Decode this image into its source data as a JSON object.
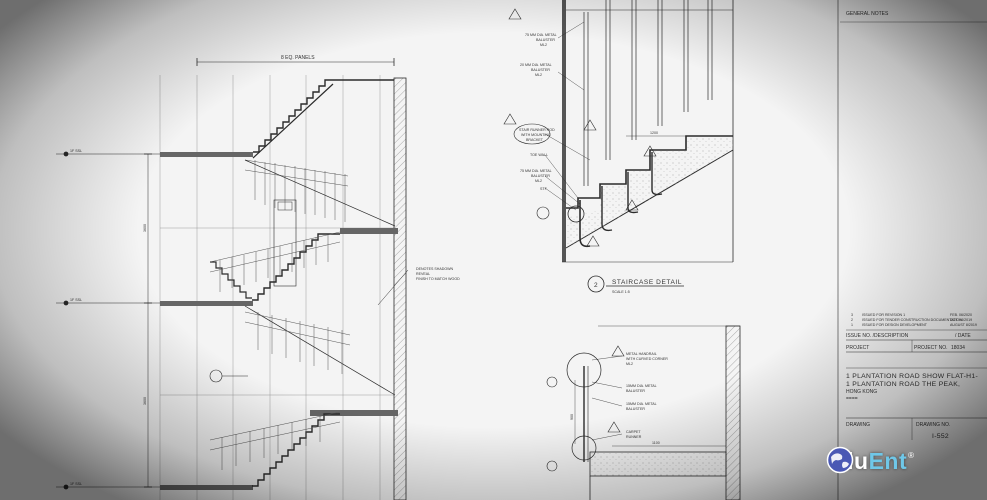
{
  "sheet": {
    "dim_top": "8 EQ. PANELS",
    "level_a": "1F SSL",
    "level_b": "1F SSL",
    "level_c": "1F SSL",
    "dim_side_a": "3600",
    "dim_side_b": "3600",
    "elevation_note": [
      "DENOTES SHADOWN",
      "REVEAL",
      "FINISH TO MATCH WOOD"
    ]
  },
  "detail": {
    "number": "2",
    "title": "STAIRCASE DETAIL",
    "scale": "SCALE 1:5",
    "notes": [
      [
        "75 MM DIA. METAL",
        "BALUSTER",
        "ML2"
      ],
      [
        "20 MM DIA. METAL",
        "BALUSTER",
        "ML2"
      ],
      [
        "STAIR RUNNER ROD",
        "WITH MOUNTING",
        "BRACKET"
      ],
      [
        "TOE WALL"
      ],
      [
        "75 MM DIA. METAL",
        "BALUSTER",
        "ML2"
      ],
      [
        "STF"
      ]
    ],
    "dim": "1200"
  },
  "detail2": {
    "notes": [
      [
        "METAL HANDRAIL",
        "WITH CURVED CORNER",
        "ML2"
      ],
      [
        "15MM DIA. METAL",
        "BALUSTER"
      ],
      [
        "15MM DIA. METAL",
        "BALUSTER"
      ],
      [
        "CARPET",
        "RUNNER"
      ]
    ],
    "dims": [
      "1100",
      "900"
    ]
  },
  "title_block": {
    "general_notes": "GENERAL NOTES",
    "revisions": [
      {
        "no": "3",
        "desc": "ISSUED FOR REVISION 1",
        "date": "FEB. 06/2020"
      },
      {
        "no": "2",
        "desc": "ISSUED FOR TENDER CONSTRUCTION DOCUMENTATION",
        "date": "OCT. 04/2019"
      },
      {
        "no": "1",
        "desc": "ISSUED FOR DESIGN DEVELOPMENT",
        "date": "AUGUST 8/2019"
      }
    ],
    "issue_label": "ISSUE NO. /DESCRIPTION",
    "date_label": "/ DATE",
    "project_label": "PROJECT",
    "project_no_label": "PROJECT NO.",
    "project_no": "18034",
    "address_1": "1 PLANTATION ROAD SHOW FLAT-H1-",
    "address_2": "1 PLANTATION ROAD THE PEAK,",
    "address_3": "HONG KONG",
    "address_4": "====",
    "drawing_label": "DRAWING",
    "drawing_no_label": "DRAWING NO.",
    "drawing_no": "I-552"
  },
  "brand": {
    "name_a": "Blu",
    "name_b": "Ent",
    "mark": "®"
  },
  "colors": {
    "line": "#2b2b2b",
    "hatch": "#8a8a8a",
    "logo_accent": "#6fc7e8",
    "logo_globe": "#4a58b4"
  }
}
